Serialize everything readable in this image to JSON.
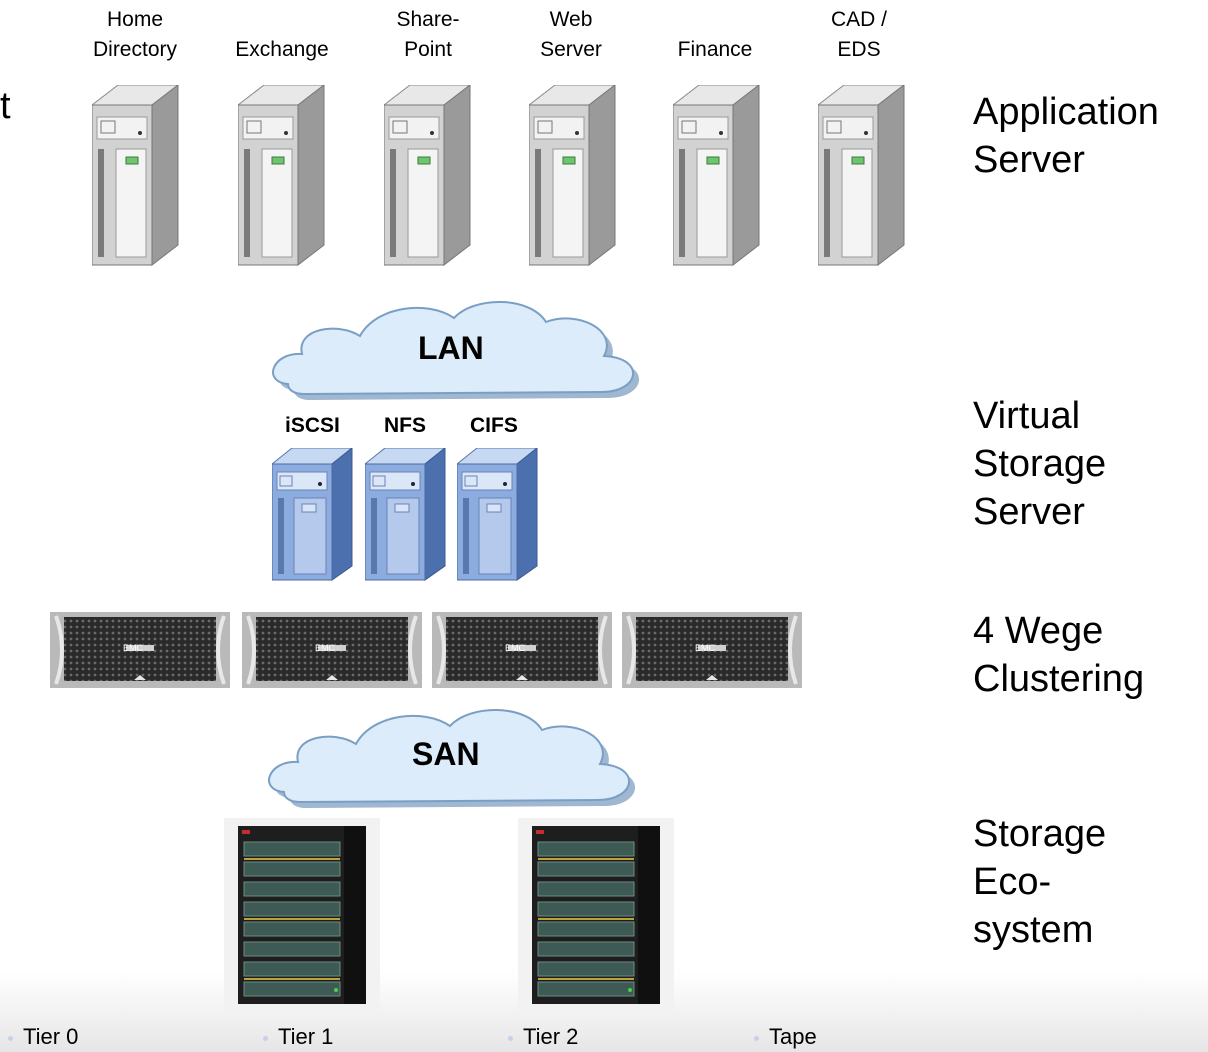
{
  "edge_fragment": "t",
  "app_servers": [
    {
      "label": "Home\nDirectory"
    },
    {
      "label": "Exchange"
    },
    {
      "label": "Share-\nPoint"
    },
    {
      "label": "Web\nServer"
    },
    {
      "label": "Finance"
    },
    {
      "label": "CAD /\nEDS"
    }
  ],
  "layers": {
    "application": "Application\nServer",
    "virtual": "Virtual\nStorage\nServer",
    "cluster": "4 Wege\nClustering",
    "ecosystem": "Storage\nEco-\nsystem"
  },
  "networks": {
    "lan": "LAN",
    "san": "SAN"
  },
  "protocols": [
    "iSCSI",
    "NFS",
    "CIFS"
  ],
  "cluster_brand": "EMC",
  "tiers": [
    "Tier 0",
    "Tier 1",
    "Tier 2",
    "Tape"
  ],
  "colors": {
    "cloud_fill": "#dcecfa",
    "cloud_stroke": "#7a9fc4",
    "tower_grey": "#c8c8c8",
    "tower_blue": "#7fa3d9",
    "rack": "#1e1e1e"
  }
}
